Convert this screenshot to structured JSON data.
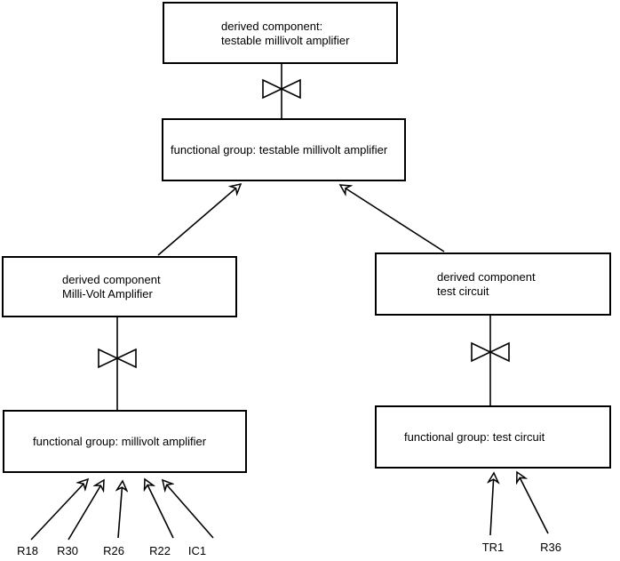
{
  "diagram": {
    "type": "hierarchy-diagram",
    "colors": {
      "background": "#ffffff",
      "line": "#000000",
      "text": "#000000"
    },
    "nodes": {
      "top_derived": {
        "line1": "derived component:",
        "line2": "testable millivolt amplifier"
      },
      "fg_testable": {
        "label": "functional group: testable millivolt amplifier"
      },
      "left_derived": {
        "line1": "derived component",
        "line2": "Milli-Volt Amplifier"
      },
      "fg_millivolt": {
        "label": "functional group: millivolt amplifier"
      },
      "right_derived": {
        "line1": "derived component",
        "line2": "test circuit"
      },
      "fg_test": {
        "label": "functional group: test circuit"
      }
    },
    "leaves_left": [
      "R18",
      "R30",
      "R26",
      "R22",
      "IC1"
    ],
    "leaves_right": [
      "TR1",
      "R36"
    ],
    "icons": {
      "bowtie": "bowtie-connector-icon"
    }
  }
}
